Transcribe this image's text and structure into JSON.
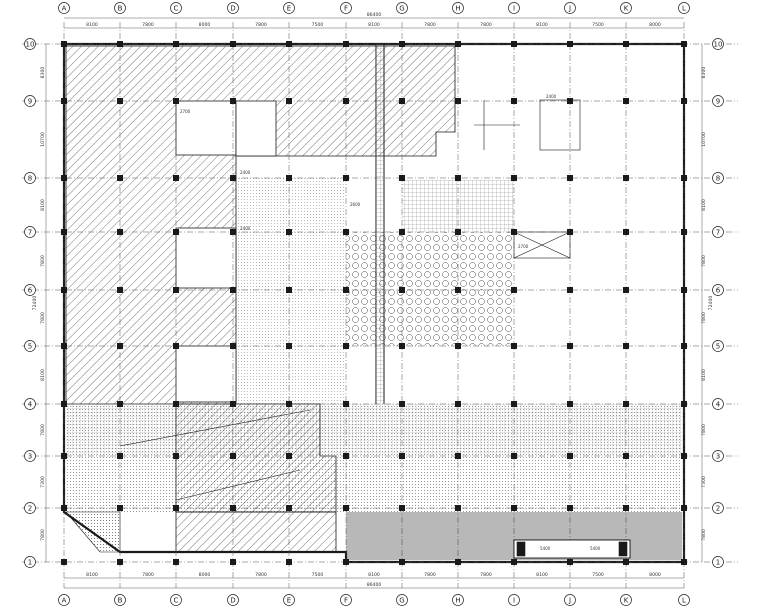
{
  "drawing": {
    "column_axes": [
      "A",
      "B",
      "C",
      "D",
      "E",
      "F",
      "G",
      "H",
      "I",
      "J",
      "K",
      "L"
    ],
    "row_axes": [
      "1",
      "2",
      "3",
      "4",
      "5",
      "6",
      "7",
      "8",
      "9",
      "10"
    ],
    "top_bay_dims": [
      "8100",
      "7800",
      "8000",
      "7800",
      "7500",
      "8100",
      "7800",
      "7800",
      "8100",
      "7500",
      "8000"
    ],
    "bottom_bay_dims": [
      "8100",
      "7800",
      "8000",
      "7800",
      "7500",
      "8100",
      "7800",
      "7800",
      "8100",
      "7500",
      "8000"
    ],
    "top_overall_dim": "86400",
    "bottom_overall_dim": "86400",
    "left_row_dims": [
      "7800",
      "7300",
      "7800",
      "8100",
      "7800",
      "7800",
      "8100",
      "10700",
      "8300"
    ],
    "right_row_dims": [
      "7800",
      "7300",
      "7800",
      "8100",
      "7800",
      "7800",
      "8100",
      "10700",
      "8300"
    ],
    "left_overall_dim": "72400",
    "right_overall_dim": "72400"
  },
  "annotations": [
    {
      "text": "2400",
      "name": "note-stair-top"
    },
    {
      "text": "2700",
      "name": "note-core-left"
    },
    {
      "text": "2400",
      "name": "note-ramp"
    },
    {
      "text": "2600",
      "name": "note-shaft"
    },
    {
      "text": "2700",
      "name": "note-east-core"
    },
    {
      "text": "2400",
      "name": "note-east-stair"
    },
    {
      "text": "5400",
      "name": "note-bottom-a"
    },
    {
      "text": "5400",
      "name": "note-bottom-b"
    }
  ],
  "colors": {
    "line": "#1a1a1a",
    "hatch": "#555555",
    "background": "#ffffff"
  }
}
